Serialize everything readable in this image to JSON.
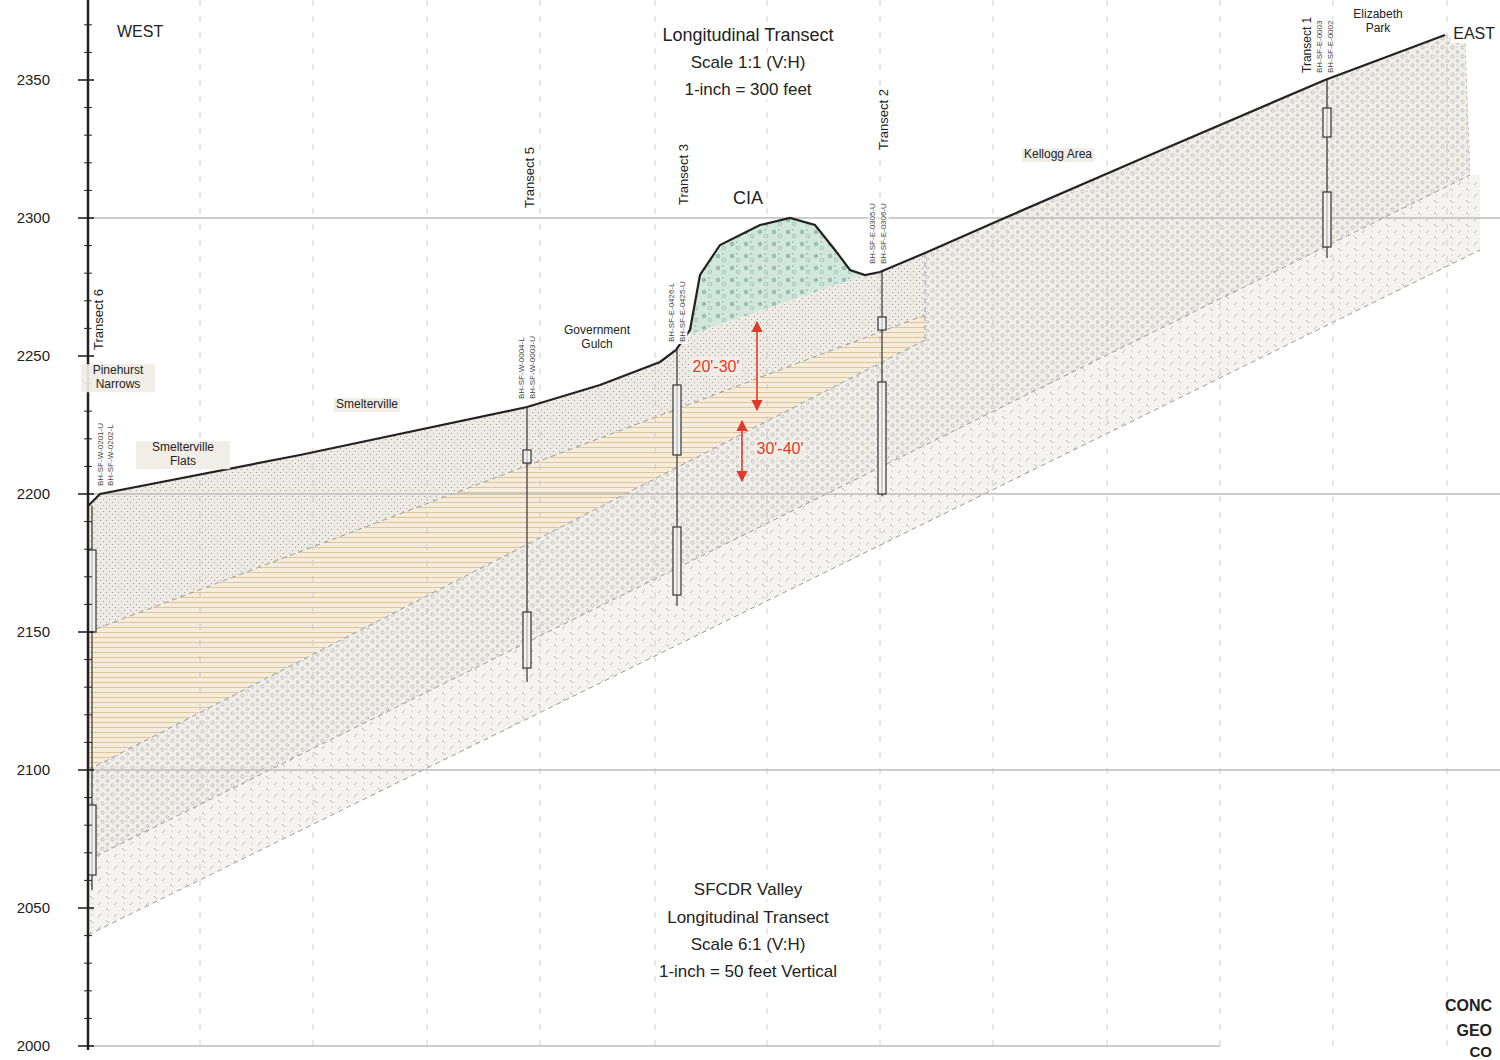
{
  "diagram": {
    "labels": [
      "WEST",
      "EAST",
      "Longitudinal Transect",
      "Scale 1:1 (V:H)",
      "1-inch = 300 feet",
      "Transect 1",
      "BH-SF-E-0003",
      "BH-SF-E-0002",
      "Elizabeth Park",
      "Transect 2",
      "BH-SF-E-0305-U",
      "BH-SF-E-0306-U",
      "Kellogg Area",
      "CIA",
      "Transect 3",
      "BH-SF-E-0426-L",
      "BH-SF-E-0425-U",
      "Government Gulch",
      "Transect 5",
      "BH-SF-W-0004-L",
      "BH-SF-W-0003-U",
      "Smelterville",
      "Smelterville Flats",
      "Pinehurst Narrows",
      "Transect 6",
      "BH-SF-W-0201-U",
      "BH-SF-W-0202-L",
      "20'-30'",
      "30'-40'",
      "SFCDR Valley",
      "Longitudinal Transect",
      "Scale 6:1 (V:H)",
      "1-inch = 50 feet Vertical",
      "2350",
      "2300",
      "2250",
      "2200",
      "2150",
      "2100",
      "2050",
      "2000",
      "CONC",
      "GEO",
      "CO"
    ]
  }
}
